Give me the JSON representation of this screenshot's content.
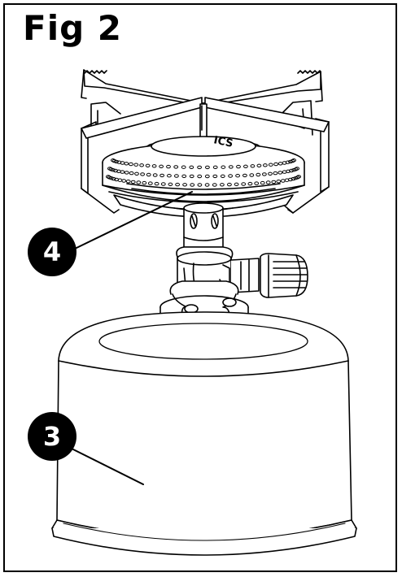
{
  "figure": {
    "title": "Fig 2",
    "callouts": [
      {
        "label": "4",
        "target": "burner-head"
      },
      {
        "label": "3",
        "target": "gas-cartridge"
      }
    ],
    "burner_text": "ICS",
    "line_color": "#000000",
    "background": "#ffffff"
  }
}
